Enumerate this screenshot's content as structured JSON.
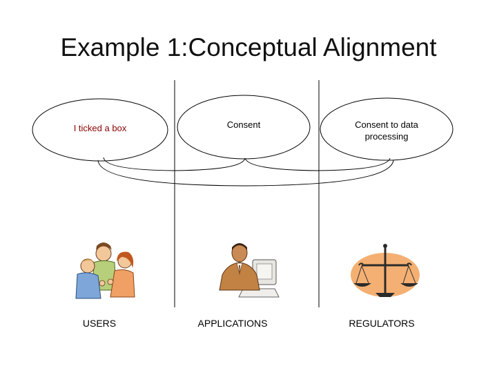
{
  "title": "Example 1:Conceptual Alignment",
  "bubbles": [
    {
      "text": "I ticked a box",
      "color": "#8B0000"
    },
    {
      "text": "Consent",
      "color": "#000000"
    },
    {
      "text": "Consent to data processing",
      "color": "#000000"
    }
  ],
  "actors": [
    {
      "label": "USERS",
      "icon": "group-of-people-icon"
    },
    {
      "label": "APPLICATIONS",
      "icon": "person-at-computer-icon"
    },
    {
      "label": "REGULATORS",
      "icon": "scales-of-justice-icon"
    }
  ]
}
